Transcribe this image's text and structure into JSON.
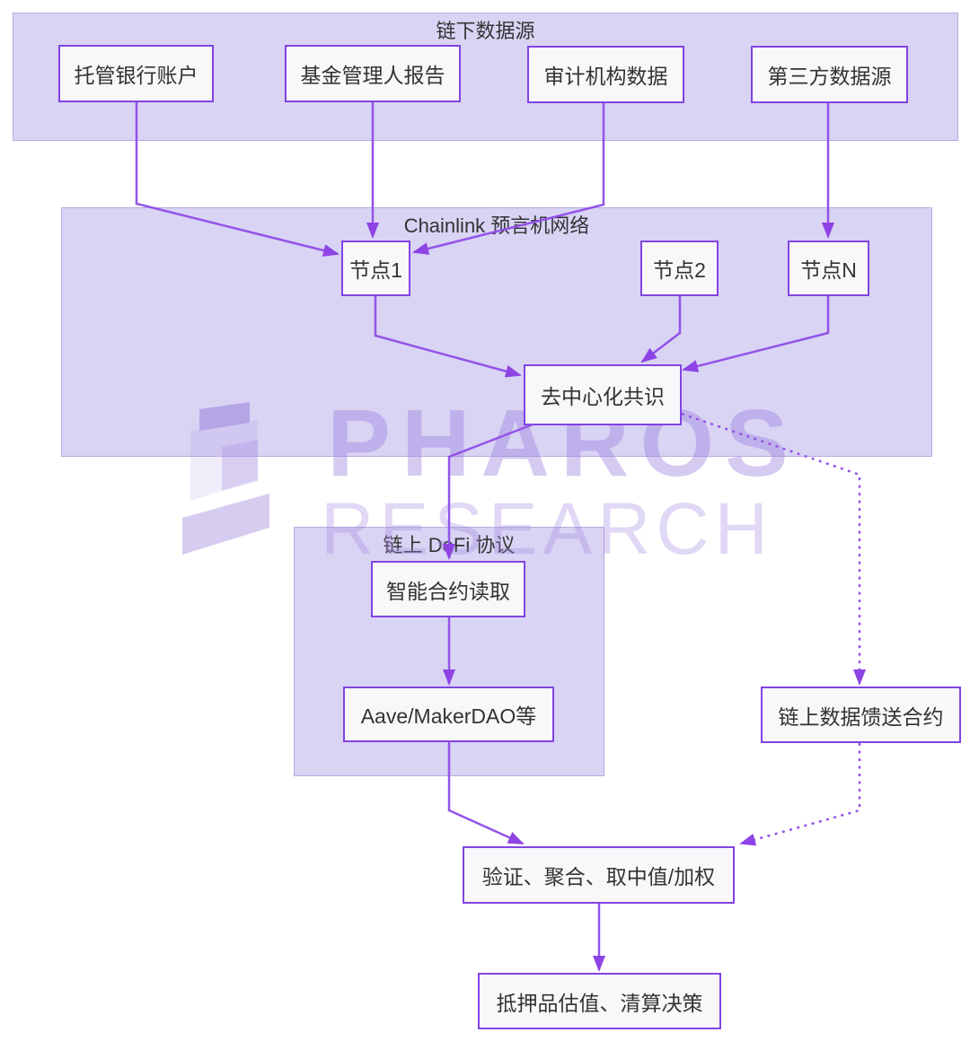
{
  "diagram_type": "flowchart",
  "containers": {
    "offchain": {
      "label": "链下数据源"
    },
    "chainlink": {
      "label": "Chainlink 预言机网络"
    },
    "defi": {
      "label": "链上 DeFi 协议"
    }
  },
  "nodes": {
    "custodian": {
      "label": "托管银行账户"
    },
    "fund_report": {
      "label": "基金管理人报告"
    },
    "audit": {
      "label": "审计机构数据"
    },
    "third_party": {
      "label": "第三方数据源"
    },
    "node1": {
      "label": "节点1"
    },
    "node2": {
      "label": "节点2"
    },
    "nodeN": {
      "label": "节点N"
    },
    "consensus": {
      "label": "去中心化共识"
    },
    "contract_read": {
      "label": "智能合约读取"
    },
    "aave": {
      "label": "Aave/MakerDAO等"
    },
    "feed_contract": {
      "label": "链上数据馈送合约"
    },
    "validate": {
      "label": "验证、聚合、取中值/加权"
    },
    "collateral": {
      "label": "抵押品估值、清算决策"
    }
  },
  "edges": [
    {
      "from": "托管银行账户",
      "to": "节点1",
      "style": "solid"
    },
    {
      "from": "基金管理人报告",
      "to": "节点1",
      "style": "solid"
    },
    {
      "from": "审计机构数据",
      "to": "节点1",
      "style": "solid"
    },
    {
      "from": "第三方数据源",
      "to": "节点N",
      "style": "solid"
    },
    {
      "from": "节点1",
      "to": "去中心化共识",
      "style": "solid"
    },
    {
      "from": "节点2",
      "to": "去中心化共识",
      "style": "solid"
    },
    {
      "from": "节点N",
      "to": "去中心化共识",
      "style": "solid"
    },
    {
      "from": "去中心化共识",
      "to": "智能合约读取",
      "style": "solid"
    },
    {
      "from": "智能合约读取",
      "to": "Aave/MakerDAO等",
      "style": "solid"
    },
    {
      "from": "Aave/MakerDAO等",
      "to": "验证、聚合、取中值/加权",
      "style": "solid"
    },
    {
      "from": "验证、聚合、取中值/加权",
      "to": "抵押品估值、清算决策",
      "style": "solid"
    },
    {
      "from": "去中心化共识",
      "to": "链上数据馈送合约",
      "style": "dotted"
    },
    {
      "from": "链上数据馈送合约",
      "to": "验证、聚合、取中值/加权",
      "style": "dotted"
    }
  ],
  "watermark": {
    "line1": "PHAROS",
    "line2": "RESEARCH",
    "logo": "pharos-ribbon-logo"
  },
  "colors": {
    "background": "#ffffff",
    "container_fill": "#d9d3f4",
    "container_border": "#b7abe0",
    "node_fill": "#f8f7fa",
    "node_border": "#8144e2",
    "edge": "#9353e8",
    "arrowhead": "#8e44e4",
    "text": "#333333",
    "watermark": "#b7a4e8"
  }
}
